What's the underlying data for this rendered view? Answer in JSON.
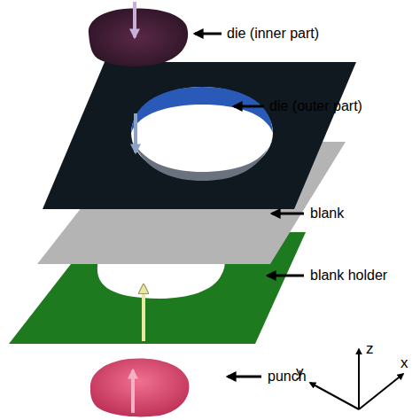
{
  "diagram": {
    "labels": [
      "die (inner part)",
      "die (outer part)",
      "blank",
      "blank holder",
      "punch",
      "z",
      "y",
      "x"
    ]
  }
}
